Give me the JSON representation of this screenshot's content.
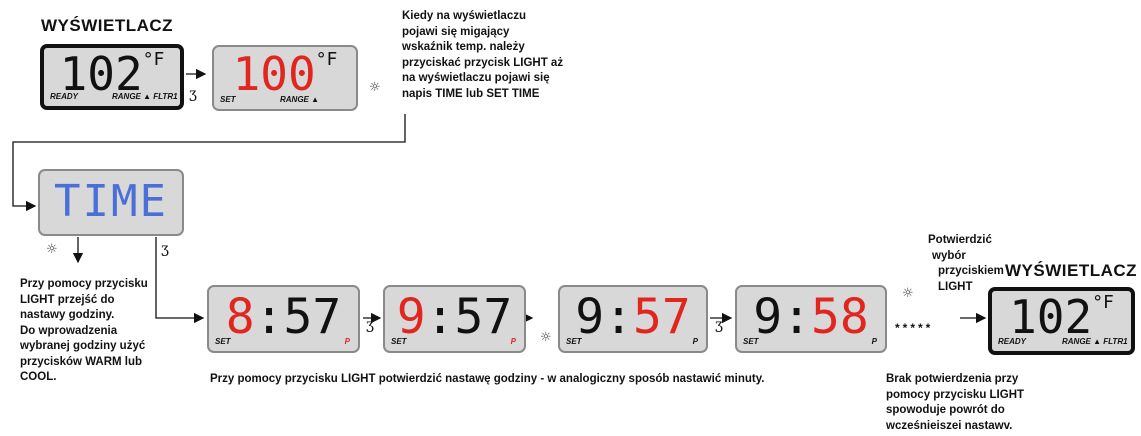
{
  "titles": {
    "display_top": "WYŚWIETLACZ",
    "display_right": "WYŚWIETLACZ"
  },
  "displays": {
    "d1": {
      "main": "102",
      "unit": "°F",
      "tags": [
        "READY",
        "RANGE ▲ FLTR1"
      ]
    },
    "d2": {
      "main": "100",
      "unit": "°F",
      "tags": [
        "SET",
        "RANGE ▲"
      ]
    },
    "time": {
      "main": "TIME"
    },
    "t1": {
      "hour": "8",
      "sep": ":",
      "min": "57",
      "tags": [
        "SET",
        "P"
      ]
    },
    "t2": {
      "hour": "9",
      "sep": ":",
      "min": "57",
      "tags": [
        "SET",
        "P"
      ]
    },
    "t3": {
      "hour": "9",
      "sep": ":",
      "min": "57",
      "tags": [
        "SET",
        "P"
      ]
    },
    "t4": {
      "hour": "9",
      "sep": ":",
      "min": "58",
      "tags": [
        "SET",
        "P"
      ]
    },
    "d_final": {
      "main": "102",
      "unit": "°F",
      "tags": [
        "READY",
        "RANGE ▲ FLTR1"
      ]
    }
  },
  "notes": {
    "top_right": [
      "Kiedy na wyświetlaczu",
      "pojawi się migający",
      "wskaźnik temp. należy",
      "przyciskać przycisk LIGHT aż",
      "na wyświetlaczu pojawi się",
      "napis TIME lub SET TIME"
    ],
    "left": [
      "Przy pomocy przycisku",
      "LIGHT przejść do",
      "nastawy godziny.",
      "Do wprowadzenia",
      "wybranej godziny użyć",
      "przycisków WARM lub",
      "COOL."
    ],
    "bottom": "Przy pomocy przycisku LIGHT potwierdzić nastawę godziny - w analogiczny sposób nastawić minuty.",
    "confirm": [
      "Potwierdzić",
      "wybór",
      "przyciskiem",
      "LIGHT"
    ],
    "no_confirm": [
      "Brak potwierdzenia przy",
      "pomocy przycisku LIGHT",
      "spowoduje powrót do",
      "wcześnieiszei nastawv."
    ]
  },
  "symbols": {
    "stars": "*****",
    "light_icon": "light-icon",
    "temp_key_icon": "warm-cool-key-icon"
  },
  "colors": {
    "red": "#e0261f",
    "blue": "#4a6fd6",
    "black": "#111111",
    "lcd_bg": "#d8d8d8"
  }
}
